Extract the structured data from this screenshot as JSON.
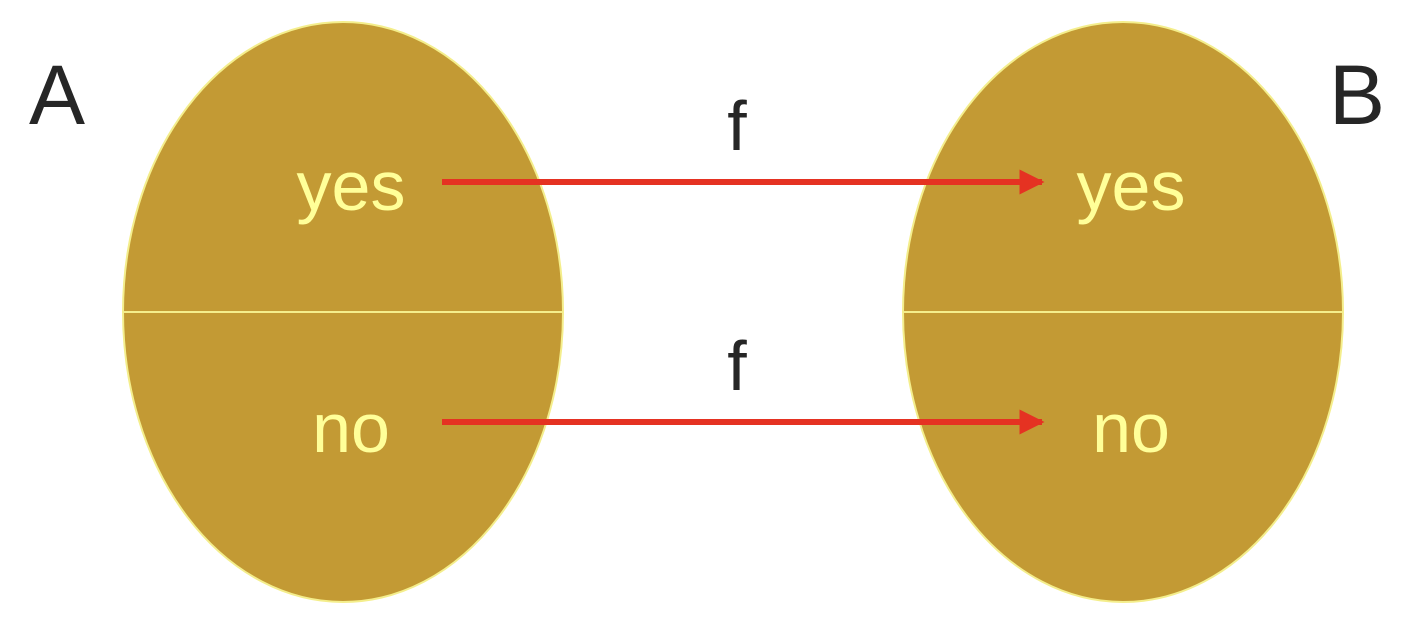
{
  "sets": [
    {
      "name": "A",
      "elements": [
        "yes",
        "no"
      ]
    },
    {
      "name": "B",
      "elements": [
        "yes",
        "no"
      ]
    }
  ],
  "mappings": [
    {
      "from": "yes",
      "to": "yes",
      "label": "f"
    },
    {
      "from": "no",
      "to": "no",
      "label": "f"
    }
  ],
  "colors": {
    "set_fill": "#c39a34",
    "set_stroke": "#f4ee8c",
    "element_text": "#ffff99",
    "arrow": "#e53222",
    "label_text": "#262626"
  }
}
